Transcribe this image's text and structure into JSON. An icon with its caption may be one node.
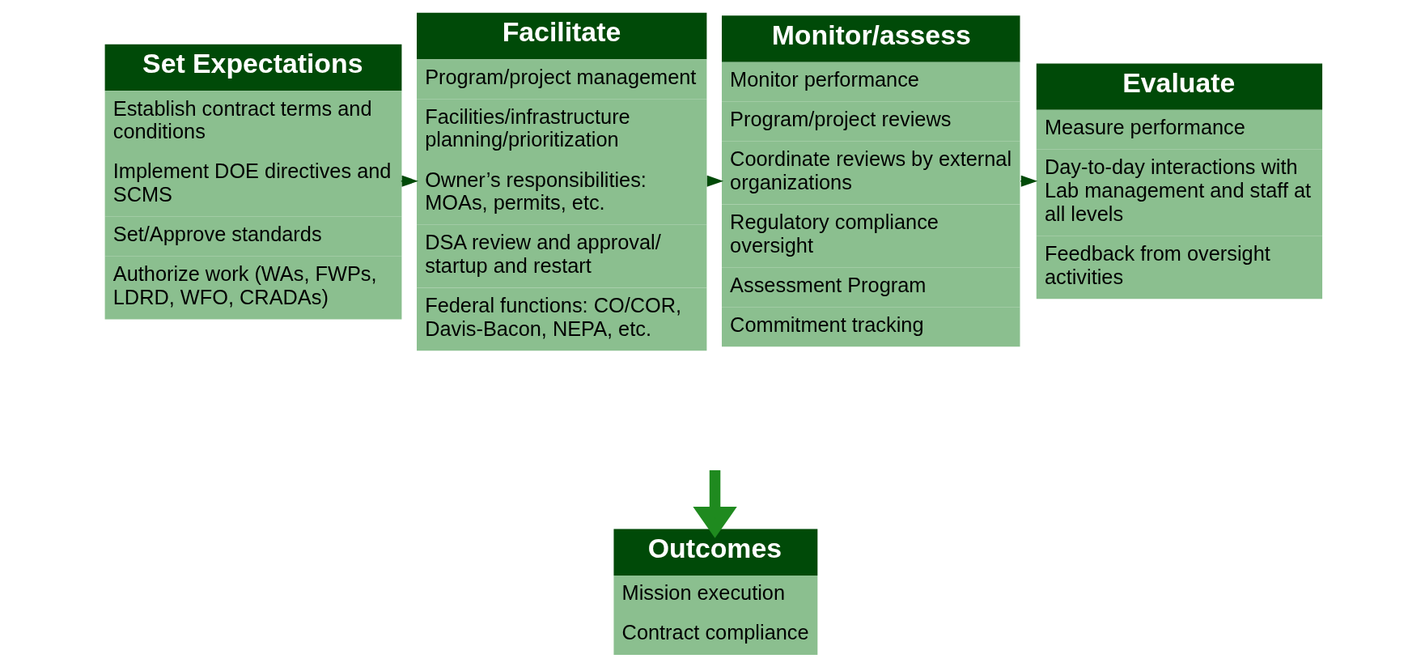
{
  "diagram": {
    "nodes": [
      {
        "text": [
          "Set Expectations",
          "Establish contract terms and conditions",
          "Implement DOE directives and SCMS",
          "Set/Approve standards",
          "Authorize work (WAs, FWPs, LDRD, WFO, CRADAs)"
        ]
      },
      {
        "text": [
          "Facilitate",
          "Program/project management",
          "Facilities/infrastructure planning/prioritization",
          "Owner’s responsibilities: MOAs, permits, etc.",
          "DSA review and approval/ startup and restart",
          "Federal functions: CO/COR, Davis-Bacon, NEPA, etc."
        ]
      },
      {
        "text": [
          "Monitor/assess",
          "Monitor performance",
          "Program/project reviews",
          "Coordinate reviews by external organizations",
          "Regulatory compliance oversight",
          "Assessment Program",
          "Commitment tracking"
        ]
      },
      {
        "text": [
          "Evaluate",
          "Measure performance",
          "Day-to-day interactions with Lab management and staff at all levels",
          "Feedback from oversight activities"
        ]
      },
      {
        "text": [
          "Outcomes",
          "Mission execution",
          "Contract compliance"
        ]
      }
    ],
    "edges": [
      {
        "from": 0,
        "to": 1,
        "arrow": "to"
      },
      {
        "from": 1,
        "to": 2,
        "arrow": "to"
      },
      {
        "from": 2,
        "to": 3,
        "arrow": "to"
      },
      {
        "from": null,
        "to": 4,
        "arrow": "to",
        "style": "thick",
        "color": "#1f8a1f"
      }
    ]
  }
}
